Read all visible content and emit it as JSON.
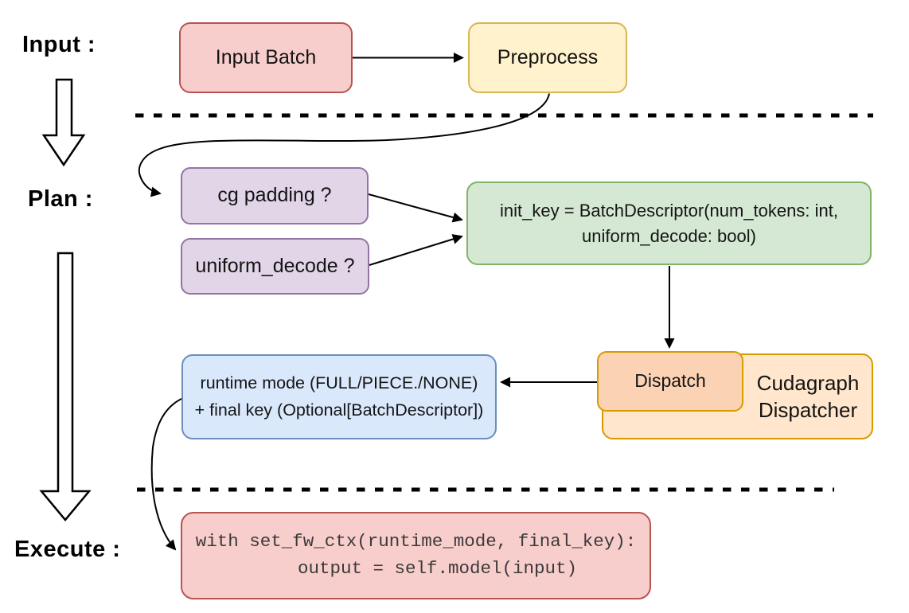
{
  "stage_labels": {
    "input": "Input :",
    "plan": "Plan :",
    "execute": "Execute :"
  },
  "nodes": {
    "input_batch": {
      "label": "Input Batch",
      "fill": "#f8cecc",
      "stroke": "#b85450"
    },
    "preprocess": {
      "label": "Preprocess",
      "fill": "#fff2cc",
      "stroke": "#d6b656"
    },
    "cg_padding": {
      "label": "cg padding ?",
      "fill": "#e1d5e7",
      "stroke": "#9673a6"
    },
    "uniform_decode": {
      "label": "uniform_decode ?",
      "fill": "#e1d5e7",
      "stroke": "#9673a6"
    },
    "init_key": {
      "label": "init_key = BatchDescriptor(num_tokens: int,\nuniform_decode: bool)",
      "fill": "#d5e8d4",
      "stroke": "#82b366"
    },
    "dispatch": {
      "label": "Dispatch",
      "fill": "#fcd2b5",
      "stroke": "#d79b00"
    },
    "cudagraph_dispatcher": {
      "label": "Cudagraph\nDispatcher",
      "fill": "#ffe6cc",
      "stroke": "#d79b00"
    },
    "runtime_mode": {
      "label": "runtime mode (FULL/PIECE./NONE)\n+ final key (Optional[BatchDescriptor])",
      "fill": "#dae8fc",
      "stroke": "#6c8ebf"
    },
    "execute_code": {
      "label": "with set_fw_ctx(runtime_mode, final_key):\n    output = self.model(input)",
      "fill": "#f8cecc",
      "stroke": "#b85450"
    }
  },
  "colors": {
    "connector": "#000000",
    "separator": "#000000",
    "background": "#ffffff"
  }
}
